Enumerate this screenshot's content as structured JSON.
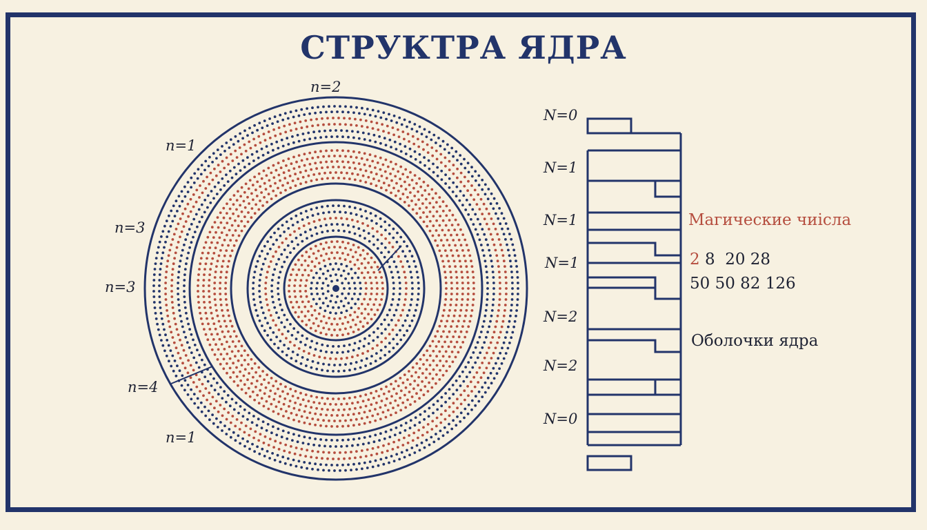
{
  "title": "СТРУКТРА ЯДРА",
  "ring_labels": [
    "n=2",
    "n=1",
    "n=3",
    "n=3",
    "n=4",
    "n=1"
  ],
  "level_labels": [
    "N=0",
    "N=1",
    "N=1",
    "N=1",
    "N=2",
    "N=2",
    "N=0"
  ],
  "magic": {
    "heading": "Магические чиісла",
    "first": "2",
    "row1_rest": "8  20 28",
    "row2": "50 50 82 126"
  },
  "shells_label": "Оболочки ядра",
  "colors": {
    "navy": "#22346a",
    "red": "#b54d3e",
    "background": "#f7f1e1"
  }
}
